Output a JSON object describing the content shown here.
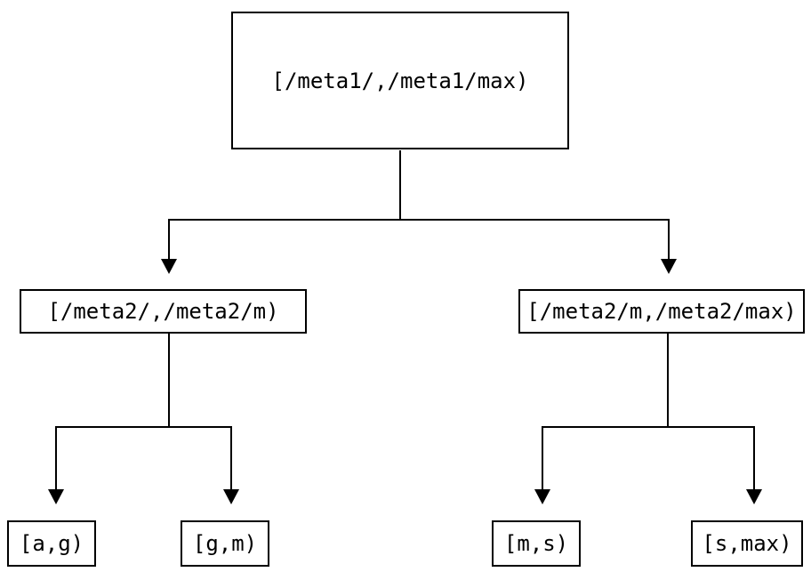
{
  "diagram": {
    "type": "tree",
    "background_color": "#ffffff",
    "line_color": "#000000",
    "text_color": "#000000",
    "tree": {
      "root": {
        "label": "[/meta1/,/meta1/max)",
        "children": [
          {
            "label": "[/meta2/,/meta2/m)",
            "children": [
              {
                "label": "[a,g)"
              },
              {
                "label": "[g,m)"
              }
            ]
          },
          {
            "label": "[/meta2/m,/meta2/max)",
            "children": [
              {
                "label": "[m,s)"
              },
              {
                "label": "[s,max)"
              }
            ]
          }
        ]
      }
    }
  }
}
